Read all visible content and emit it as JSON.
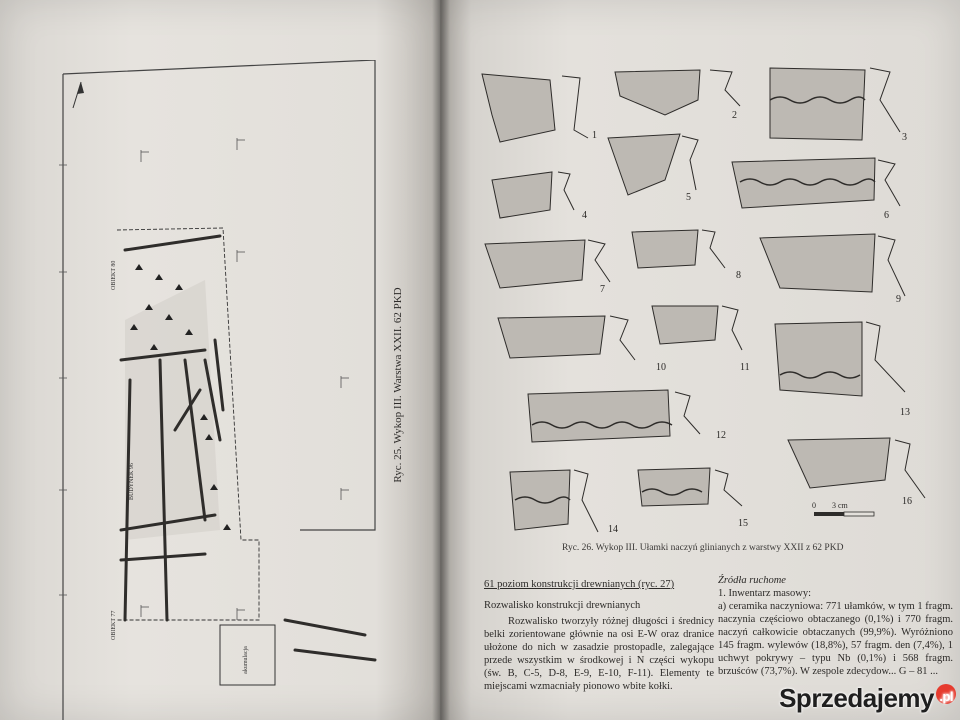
{
  "left_page": {
    "plan_labels": {
      "obiekt_80": "OBIEKT 80",
      "budynek_96": "BUDYNEK 96",
      "obiekt_77": "OBIEKT 77",
      "akumulacja": "akumulacja"
    },
    "rotated_caption": "Ryc. 25. Wykop III. Warstwa XXII. 62 PKD"
  },
  "right_page": {
    "fragment_numbers": [
      "1",
      "2",
      "3",
      "4",
      "5",
      "6",
      "7",
      "8",
      "9",
      "10",
      "11",
      "12",
      "13",
      "14",
      "15",
      "16"
    ],
    "scale_label": "0        3 cm",
    "figure_caption": "Ryc. 26. Wykop III. Ułamki naczyń glinianych z warstwy XXII z 62 PKD",
    "left_column": {
      "section_heading": "61 poziom konstrukcji drewnianych (ryc. 27)",
      "subheading": "Rozwalisko konstrukcji drewnianych",
      "paragraph": "Rozwalisko tworzyły różnej długości i średnicy belki zorientowane głównie na osi E-W oraz dranice ułożone do nich w zasadzie prostopadle, zalegające przede wszystkim w środkowej i N części wykopu (św. B, C-5, D-8, E-9, E-10, F-11). Elementy te miejscami wzmacniały pionowo wbite kołki."
    },
    "right_column": {
      "heading": "Źródła ruchome",
      "line1": "1. Inwentarz masowy:",
      "paragraph": "a) ceramika naczyniowa: 771 ułamków, w tym 1 fragm. naczynia częściowo obtaczanego (0,1%) i 770 fragm. naczyń całkowicie obtaczanych (99,9%). Wyróżniono 145 fragm. wylewów (18,8%), 57 fragm. den (7,4%), 1 uchwyt pokrywy – typu Nb (0,1%) i 568 fragm. brzuśców (73,7%). W zespole zdecydow... G – 81 ..."
    }
  },
  "watermark": {
    "text": "Sprzedajemy",
    "suffix": ".pl"
  },
  "colors": {
    "paper": "#e3e0db",
    "ink": "#2c2a28",
    "watermark_dot": "#e63b2e"
  }
}
